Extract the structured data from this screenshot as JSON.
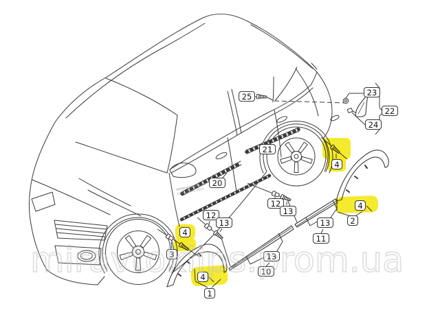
{
  "callouts": {
    "c1": "1",
    "c2": "2",
    "c3": "3",
    "c4a": "4",
    "c4b": "4",
    "c4c": "4",
    "c4d": "4",
    "c10": "10",
    "c11": "11",
    "c12a": "12",
    "c12b": "12",
    "c13a": "13",
    "c13b": "13",
    "c13c": "13",
    "c13d": "13",
    "c20": "20",
    "c21": "21",
    "c22": "22",
    "c23": "23",
    "c24": "24",
    "c25": "25"
  },
  "watermark": {
    "text": "miravtoklips.prom.ua"
  },
  "fine_print": {
    "line1": "WWW.AUDI.ATD.RU",
    "line2": "13.10.12.01.2012"
  },
  "colors": {
    "highlight": "#f3e81c",
    "watermark": "#c5c5c5",
    "line": "#3a3a3a"
  }
}
